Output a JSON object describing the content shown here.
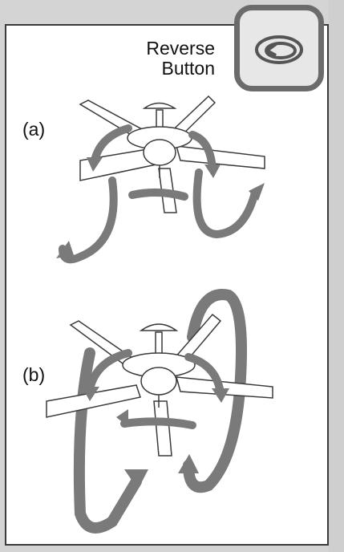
{
  "callout": {
    "line1": "Reverse",
    "line2": "Button",
    "icon": "reverse-arrow-icon"
  },
  "parts": [
    {
      "label": "(a)"
    },
    {
      "label": "(b)"
    }
  ],
  "colors": {
    "arrow": "#7a7a7a",
    "outline": "#3a3a3a",
    "background": "#d4d4d4"
  }
}
